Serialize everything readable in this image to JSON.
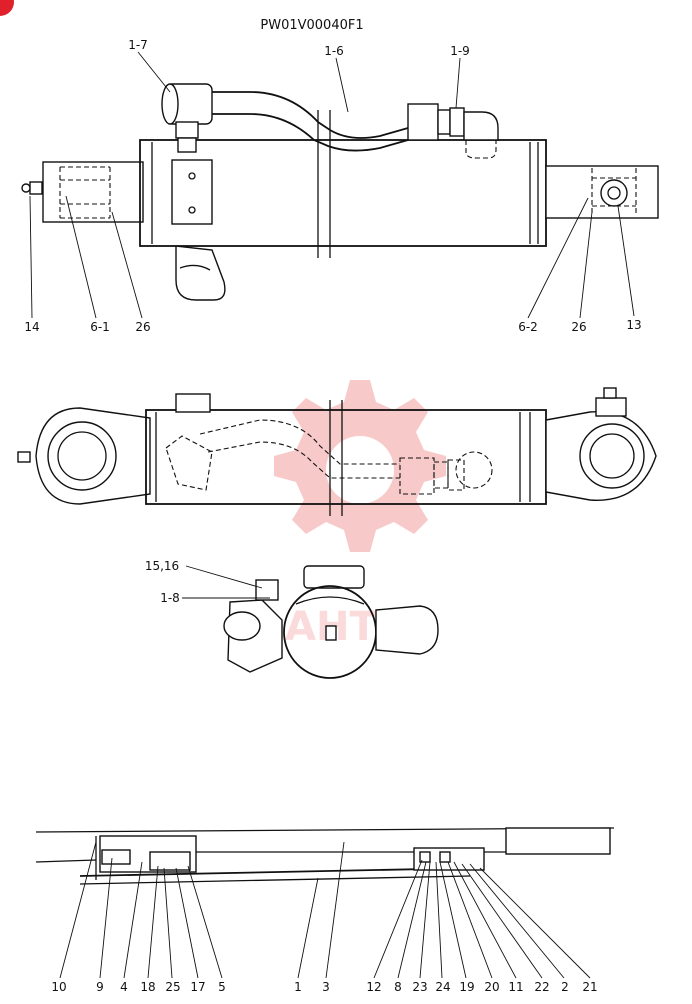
{
  "drawing": {
    "code": "PW01V00040F1",
    "watermark": "AHTEX",
    "colors": {
      "line": "#111111",
      "watermark": "#f08a8a",
      "corner_badge": "#e0202a"
    }
  },
  "callouts": {
    "top": [
      "1-7",
      "1-6",
      "1-9",
      "14",
      "6-1",
      "26",
      "6-2",
      "26",
      "13"
    ],
    "end_view": [
      "15,16",
      "1-8"
    ],
    "section": [
      "10",
      "9",
      "4",
      "18",
      "25",
      "17",
      "5",
      "1",
      "3",
      "12",
      "8",
      "23",
      "24",
      "19",
      "20",
      "11",
      "22",
      "2",
      "21"
    ]
  }
}
